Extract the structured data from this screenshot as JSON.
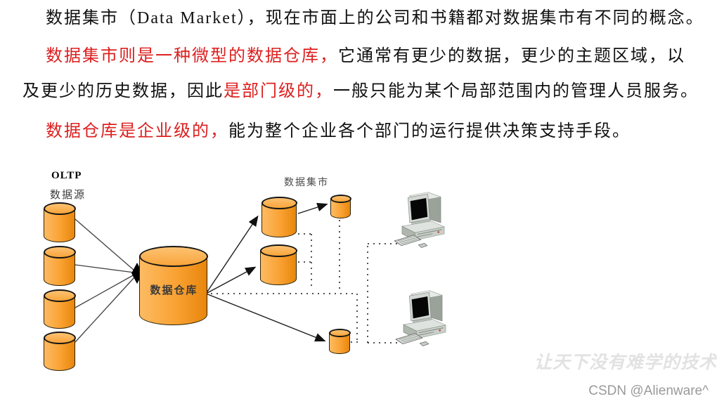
{
  "paragraphs": {
    "p1": "数据集市（Data Market），现在市面上的公司和书籍都对数据集市有不同的概念。",
    "p2_line1_red": "数据集市则是一种微型的数据仓库，",
    "p2_line1_rest": "它通常有更少的数据，更少的主题区域，以",
    "p2_line2_start": "及更少的历史数据，因此",
    "p2_line2_red": "是部门级的，",
    "p2_line2_rest": "一般只能为某个局部范围内的管理人员服务。",
    "p3_red": "数据仓库是企业级的，",
    "p3_rest": "能为整个企业各个部门的运行提供决策支持手段。"
  },
  "diagram": {
    "oltp_label": "OLTP",
    "source_label": "数据源",
    "warehouse_label": "数据仓库",
    "mart_label": "数据集市",
    "icons": {
      "source_cylinders": "database-cylinder-icon",
      "warehouse_cylinder": "database-cylinder-icon",
      "mart_cylinders": "database-cylinder-icon",
      "clients": "desktop-computer-icon"
    }
  },
  "watermark": {
    "slogan": "让天下没有难学的技术",
    "credit": "CSDN @Alienware^"
  },
  "colors": {
    "red_text": "#dd1f1f",
    "black_text": "#111111",
    "cylinder_orange": "#f9a132",
    "cylinder_light": "#fdbb62",
    "cylinder_dark": "#e8860c",
    "connector_black": "#222222",
    "watermark_gray": "#e2e2e2",
    "credit_gray": "#9a9a9a"
  }
}
